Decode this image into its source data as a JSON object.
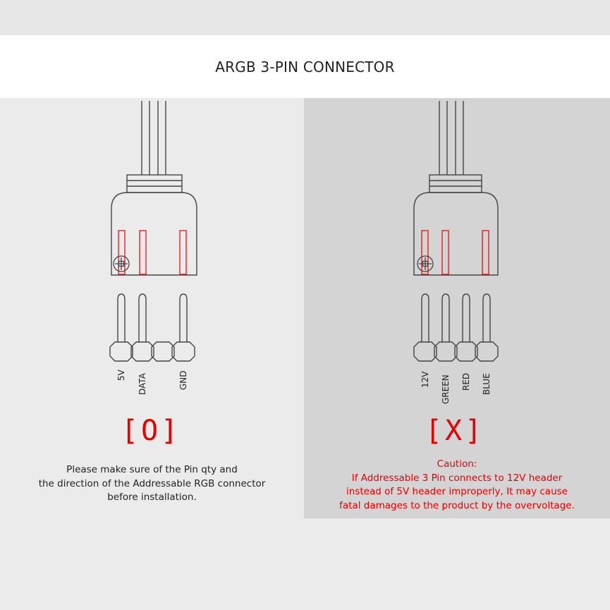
{
  "title": "ARGB 3-PIN CONNECTOR",
  "colors": {
    "accent_red": "#e60000",
    "line": "#444444",
    "panel_left": "#ebebeb",
    "panel_right": "#d4d4d4"
  },
  "left_panel": {
    "pin_labels": [
      "5V",
      "DATA",
      "GND"
    ],
    "mark": "[O]",
    "note_lines": [
      "Please make sure of the Pin qty and",
      "the direction of the Addressable RGB connector",
      "before installation."
    ]
  },
  "right_panel": {
    "pin_labels": [
      "12V",
      "GREEN",
      "RED",
      "BLUE"
    ],
    "mark": "[X]",
    "note_lines": [
      "Caution:",
      "If Addressable 3 Pin connects to 12V header",
      "instead of 5V header improperly, It may cause",
      "fatal damages to the product by the overvoltage."
    ]
  },
  "icons": [
    "screw-icon",
    "screw-icon"
  ]
}
